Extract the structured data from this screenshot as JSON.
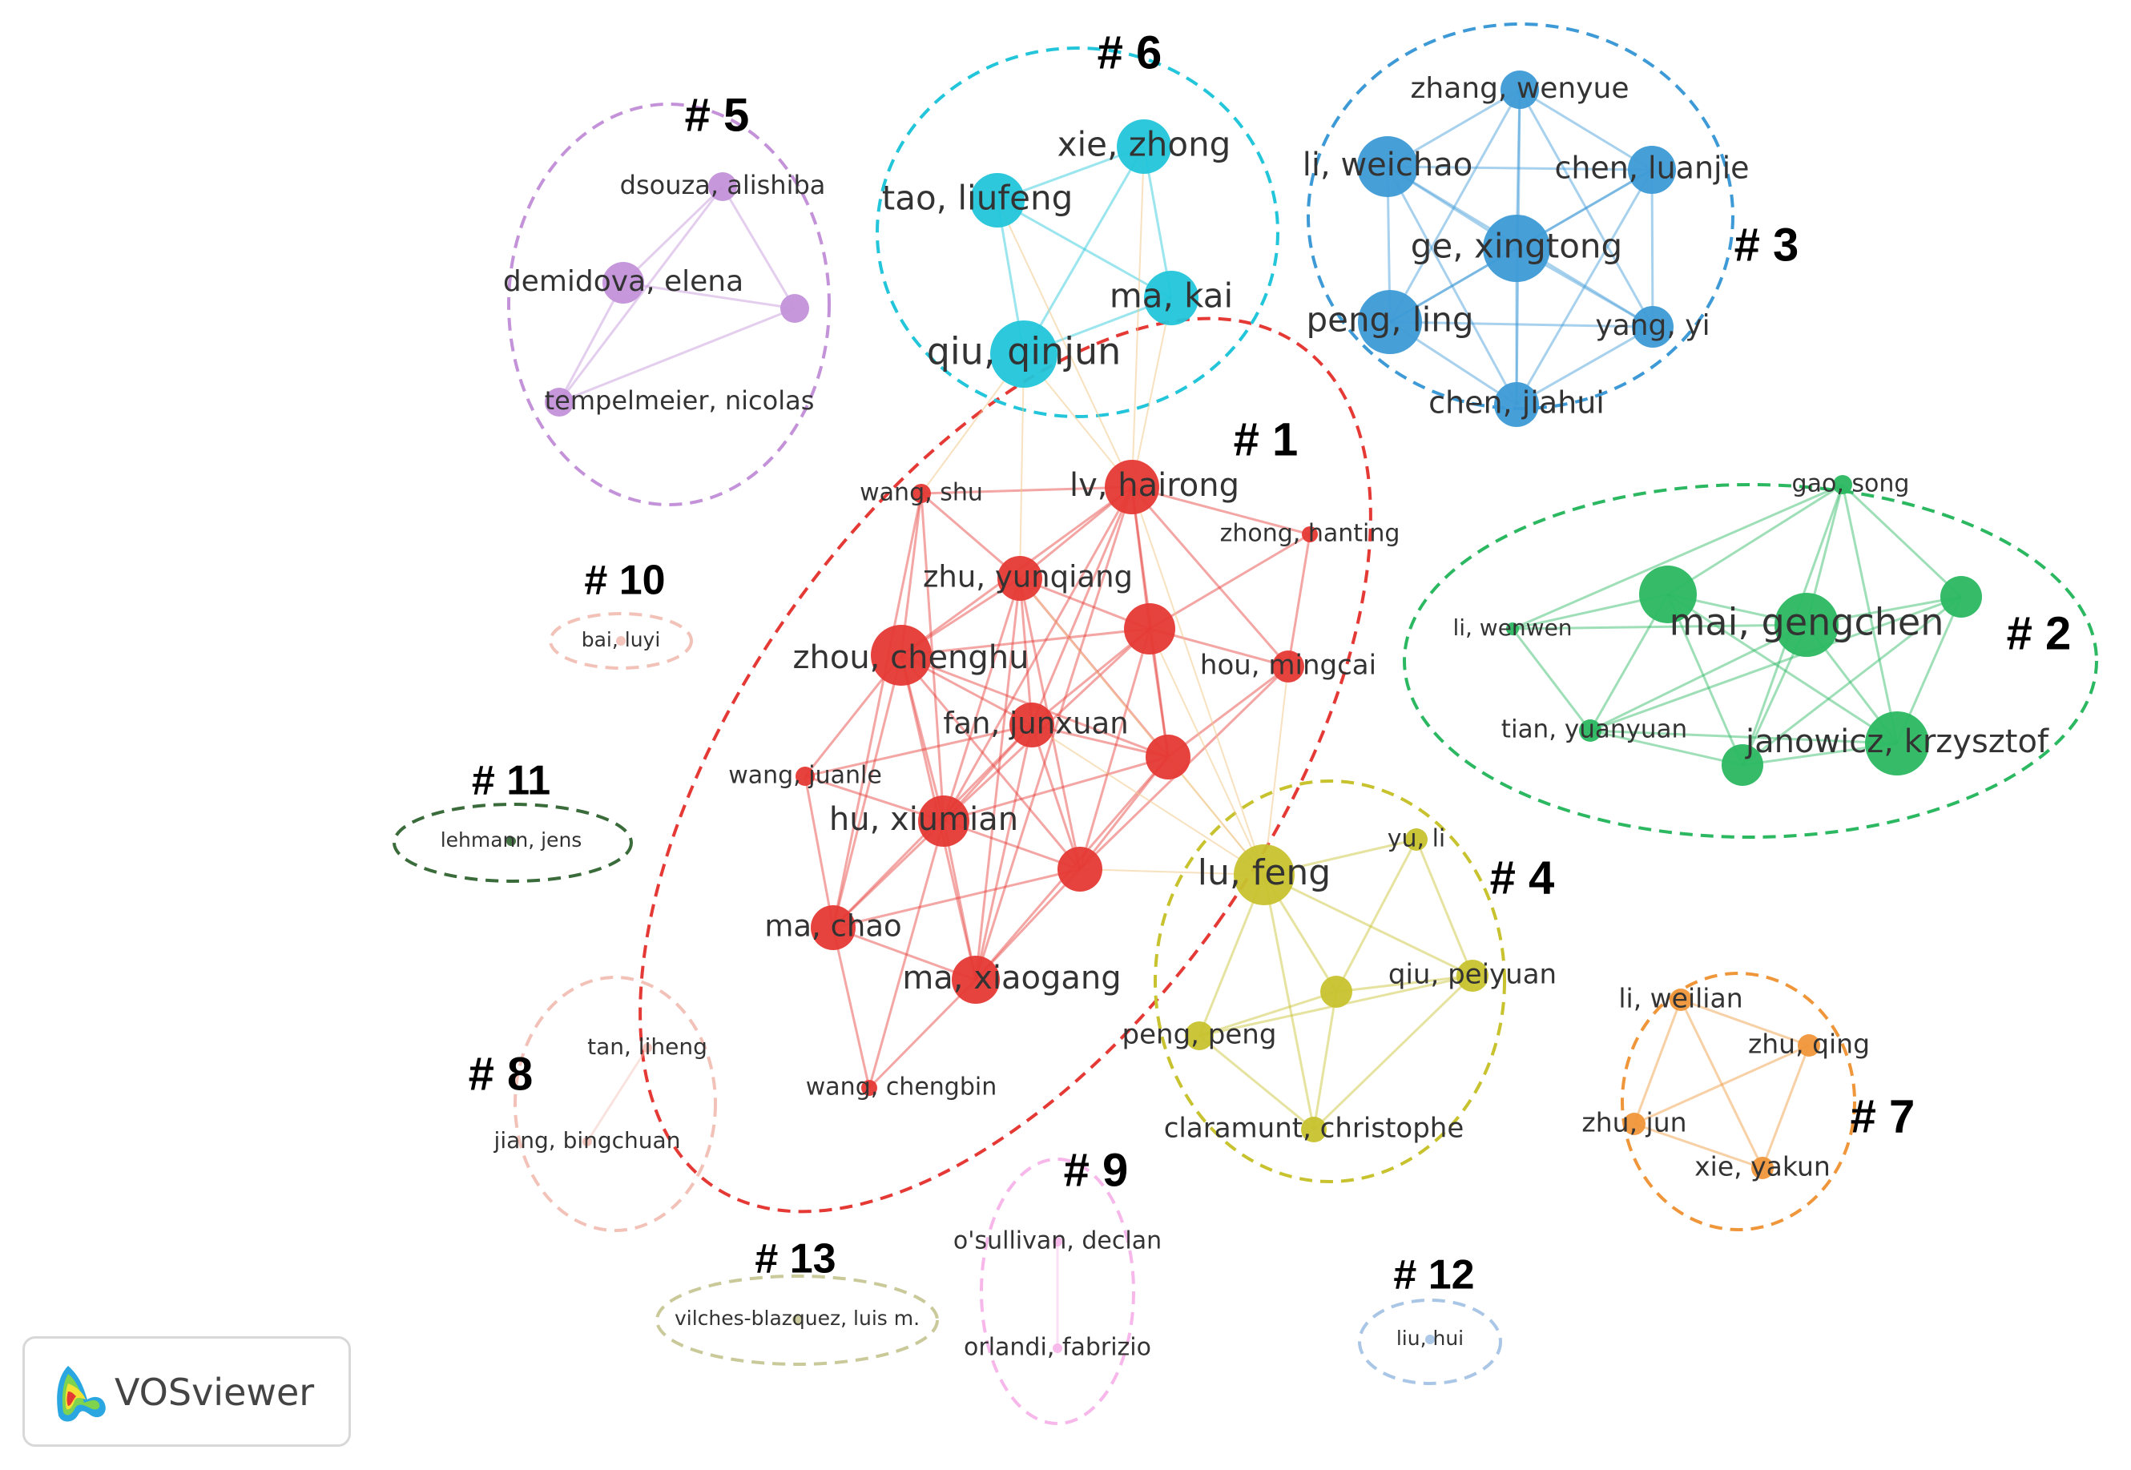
{
  "clusters": [
    {
      "label": "# 1",
      "color": "#e53935"
    },
    {
      "label": "# 2",
      "color": "#2bb861"
    },
    {
      "label": "# 3",
      "color": "#3d9ad6"
    },
    {
      "label": "# 4",
      "color": "#c7c22e"
    },
    {
      "label": "# 5",
      "color": "#c392d9"
    },
    {
      "label": "# 6",
      "color": "#22c5d9"
    },
    {
      "label": "# 7",
      "color": "#f0963a"
    },
    {
      "label": "# 8",
      "color": "#f2c2b8"
    },
    {
      "label": "# 9",
      "color": "#f7b7ea"
    },
    {
      "label": "# 10",
      "color": "#f2c2b8"
    },
    {
      "label": "# 11",
      "color": "#3a6b3a"
    },
    {
      "label": "# 12",
      "color": "#a9c6e6"
    },
    {
      "label": "# 13",
      "color": "#c9c99a"
    }
  ],
  "nodes": [
    {
      "label": "lv, hairong",
      "cluster": 1
    },
    {
      "label": "wang, shu",
      "cluster": 1
    },
    {
      "label": "zhong, hanting",
      "cluster": 1
    },
    {
      "label": "zhu, yunqiang",
      "cluster": 1
    },
    {
      "label": "zhou, chenghu",
      "cluster": 1
    },
    {
      "label": "hou, mingcai",
      "cluster": 1
    },
    {
      "label": "fan, junxuan",
      "cluster": 1
    },
    {
      "label": "wang, juanle",
      "cluster": 1
    },
    {
      "label": "hu, xiumian",
      "cluster": 1
    },
    {
      "label": "ma, chao",
      "cluster": 1
    },
    {
      "label": "ma, xiaogang",
      "cluster": 1
    },
    {
      "label": "wang, chengbin",
      "cluster": 1
    },
    {
      "label": "",
      "cluster": 1
    },
    {
      "label": "",
      "cluster": 1
    },
    {
      "label": "",
      "cluster": 1
    },
    {
      "label": "gao, song",
      "cluster": 2
    },
    {
      "label": "li, wenwen",
      "cluster": 2
    },
    {
      "label": "mai, gengchen",
      "cluster": 2
    },
    {
      "label": "tian, yuanyuan",
      "cluster": 2
    },
    {
      "label": "janowicz, krzysztof",
      "cluster": 2
    },
    {
      "label": "",
      "cluster": 2
    },
    {
      "label": "",
      "cluster": 2
    },
    {
      "label": "",
      "cluster": 2
    },
    {
      "label": "zhang, wenyue",
      "cluster": 3
    },
    {
      "label": "li, weichao",
      "cluster": 3
    },
    {
      "label": "chen, luanjie",
      "cluster": 3
    },
    {
      "label": "ge, xingtong",
      "cluster": 3
    },
    {
      "label": "peng, ling",
      "cluster": 3
    },
    {
      "label": "yang, yi",
      "cluster": 3
    },
    {
      "label": "chen, jiahui",
      "cluster": 3
    },
    {
      "label": "lu, feng",
      "cluster": 4
    },
    {
      "label": "yu, li",
      "cluster": 4
    },
    {
      "label": "qiu, peiyuan",
      "cluster": 4
    },
    {
      "label": "peng, peng",
      "cluster": 4
    },
    {
      "label": "claramunt, christophe",
      "cluster": 4
    },
    {
      "label": "",
      "cluster": 4
    },
    {
      "label": "dsouza, alishiba",
      "cluster": 5
    },
    {
      "label": "demidova, elena",
      "cluster": 5
    },
    {
      "label": "tempelmeier, nicolas",
      "cluster": 5
    },
    {
      "label": "",
      "cluster": 5
    },
    {
      "label": "xie, zhong",
      "cluster": 6
    },
    {
      "label": "tao, liufeng",
      "cluster": 6
    },
    {
      "label": "ma, kai",
      "cluster": 6
    },
    {
      "label": "qiu, qinjun",
      "cluster": 6
    },
    {
      "label": "li, weilian",
      "cluster": 7
    },
    {
      "label": "zhu, qing",
      "cluster": 7
    },
    {
      "label": "zhu, jun",
      "cluster": 7
    },
    {
      "label": "xie, yakun",
      "cluster": 7
    },
    {
      "label": "tan, liheng",
      "cluster": 8
    },
    {
      "label": "jiang, bingchuan",
      "cluster": 8
    },
    {
      "label": "o'sullivan, declan",
      "cluster": 9
    },
    {
      "label": "orlandi, fabrizio",
      "cluster": 9
    },
    {
      "label": "bai, luyi",
      "cluster": 10
    },
    {
      "label": "lehmann, jens",
      "cluster": 11
    },
    {
      "label": "liu, hui",
      "cluster": 12
    },
    {
      "label": "vilches-blazquez, luis m.",
      "cluster": 13
    }
  ],
  "edges": [
    [
      0,
      3
    ],
    [
      0,
      4
    ],
    [
      0,
      6
    ],
    [
      0,
      8
    ],
    [
      0,
      10
    ],
    [
      0,
      12
    ],
    [
      0,
      13
    ],
    [
      0,
      1
    ],
    [
      0,
      2
    ],
    [
      0,
      5
    ],
    [
      1,
      4
    ],
    [
      1,
      8
    ],
    [
      1,
      9
    ],
    [
      1,
      3
    ],
    [
      3,
      4
    ],
    [
      3,
      6
    ],
    [
      3,
      8
    ],
    [
      3,
      12
    ],
    [
      3,
      13
    ],
    [
      3,
      10
    ],
    [
      3,
      14
    ],
    [
      4,
      6
    ],
    [
      4,
      8
    ],
    [
      4,
      9
    ],
    [
      4,
      10
    ],
    [
      4,
      12
    ],
    [
      4,
      13
    ],
    [
      4,
      7
    ],
    [
      4,
      14
    ],
    [
      6,
      8
    ],
    [
      6,
      12
    ],
    [
      6,
      13
    ],
    [
      6,
      14
    ],
    [
      6,
      10
    ],
    [
      6,
      9
    ],
    [
      8,
      9
    ],
    [
      8,
      10
    ],
    [
      8,
      12
    ],
    [
      8,
      13
    ],
    [
      8,
      14
    ],
    [
      8,
      7
    ],
    [
      9,
      10
    ],
    [
      9,
      11
    ],
    [
      9,
      14
    ],
    [
      10,
      11
    ],
    [
      10,
      14
    ],
    [
      10,
      13
    ],
    [
      12,
      13
    ],
    [
      12,
      5
    ],
    [
      13,
      5
    ],
    [
      13,
      14
    ],
    [
      12,
      14
    ],
    [
      5,
      2
    ],
    [
      5,
      14
    ],
    [
      2,
      12
    ],
    [
      7,
      9
    ],
    [
      7,
      6
    ],
    [
      11,
      8
    ],
    [
      15,
      16
    ],
    [
      15,
      17
    ],
    [
      15,
      20
    ],
    [
      15,
      21
    ],
    [
      15,
      19
    ],
    [
      15,
      22
    ],
    [
      16,
      17
    ],
    [
      16,
      20
    ],
    [
      16,
      18
    ],
    [
      17,
      20
    ],
    [
      17,
      21
    ],
    [
      17,
      19
    ],
    [
      17,
      22
    ],
    [
      17,
      18
    ],
    [
      18,
      19
    ],
    [
      18,
      22
    ],
    [
      18,
      20
    ],
    [
      19,
      21
    ],
    [
      19,
      22
    ],
    [
      19,
      20
    ],
    [
      20,
      22
    ],
    [
      21,
      22
    ],
    [
      21,
      18
    ],
    [
      23,
      24
    ],
    [
      23,
      25
    ],
    [
      23,
      26
    ],
    [
      23,
      27
    ],
    [
      23,
      28
    ],
    [
      23,
      29
    ],
    [
      24,
      25
    ],
    [
      24,
      26
    ],
    [
      24,
      27
    ],
    [
      24,
      28
    ],
    [
      24,
      29
    ],
    [
      25,
      26
    ],
    [
      25,
      27
    ],
    [
      25,
      28
    ],
    [
      25,
      29
    ],
    [
      26,
      27
    ],
    [
      26,
      28
    ],
    [
      26,
      29
    ],
    [
      27,
      28
    ],
    [
      27,
      29
    ],
    [
      28,
      29
    ],
    [
      30,
      31
    ],
    [
      30,
      32
    ],
    [
      30,
      33
    ],
    [
      30,
      34
    ],
    [
      30,
      35
    ],
    [
      31,
      32
    ],
    [
      31,
      35
    ],
    [
      32,
      35
    ],
    [
      32,
      34
    ],
    [
      33,
      35
    ],
    [
      33,
      34
    ],
    [
      34,
      35
    ],
    [
      32,
      33
    ],
    [
      36,
      37
    ],
    [
      36,
      38
    ],
    [
      36,
      39
    ],
    [
      37,
      38
    ],
    [
      37,
      39
    ],
    [
      38,
      39
    ],
    [
      40,
      41
    ],
    [
      40,
      42
    ],
    [
      40,
      43
    ],
    [
      41,
      42
    ],
    [
      41,
      43
    ],
    [
      42,
      43
    ],
    [
      44,
      45
    ],
    [
      44,
      46
    ],
    [
      44,
      47
    ],
    [
      45,
      46
    ],
    [
      45,
      47
    ],
    [
      46,
      47
    ],
    [
      48,
      49
    ],
    [
      50,
      51
    ],
    [
      43,
      0
    ],
    [
      43,
      3
    ],
    [
      41,
      0
    ],
    [
      42,
      0
    ],
    [
      40,
      0
    ],
    [
      43,
      1
    ],
    [
      30,
      5
    ],
    [
      30,
      13
    ],
    [
      30,
      14
    ],
    [
      30,
      6
    ],
    [
      30,
      3
    ],
    [
      30,
      0
    ],
    [
      30,
      12
    ]
  ]
}
